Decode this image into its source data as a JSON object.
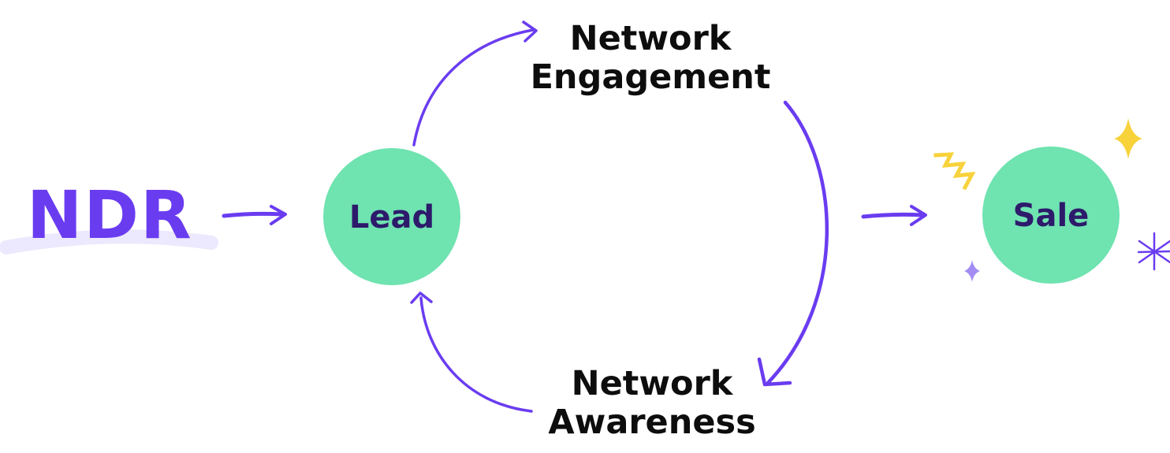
{
  "brand": {
    "text": "NDR"
  },
  "nodes": {
    "lead": "Lead",
    "sale": "Sale"
  },
  "steps": {
    "engagement_line1": "Network",
    "engagement_line2": "Engagement",
    "awareness_line1": "Network",
    "awareness_line2": "Awareness"
  },
  "colors": {
    "accent": "#6a3cf0",
    "node_fill": "#6fe3b0",
    "node_text": "#2d1a6b",
    "underline": "#ece8fd",
    "sparkle_yellow": "#f7d23a",
    "sparkle_purple": "#a38cf4",
    "label_text": "#0d0d0d"
  }
}
